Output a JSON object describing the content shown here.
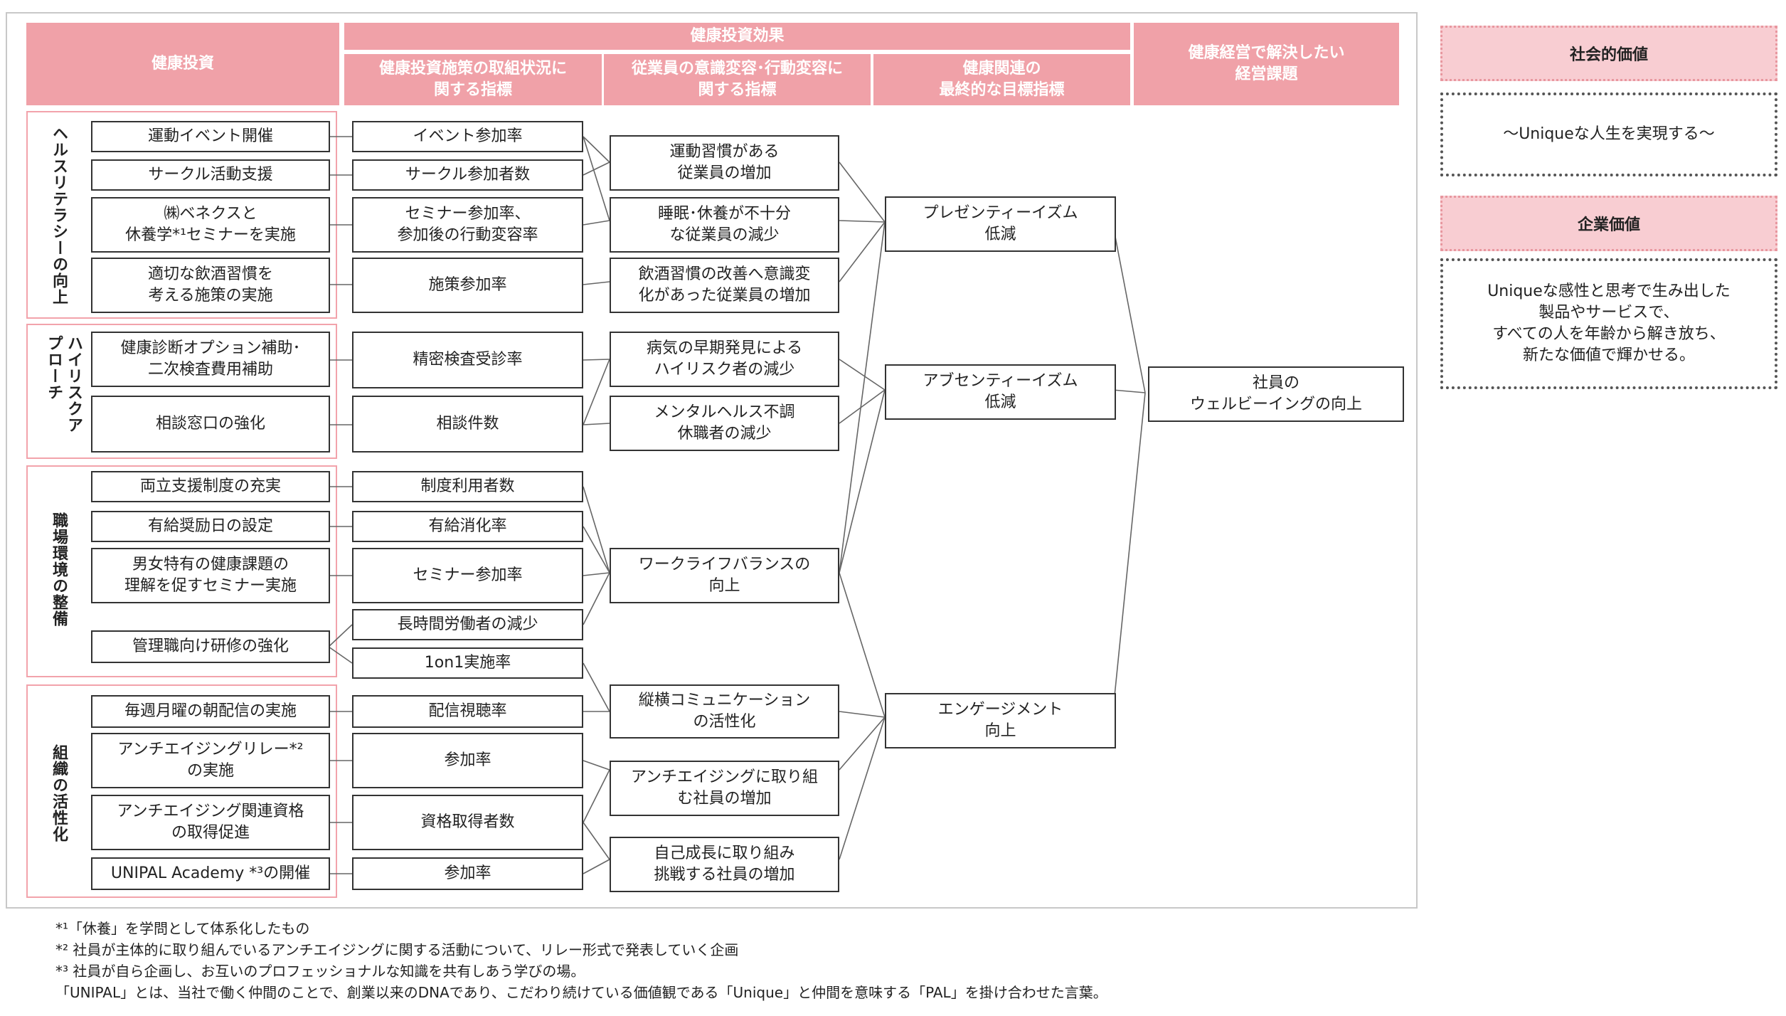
{
  "headers": {
    "investment": "健康投資",
    "effect": "健康投資効果",
    "effect_col1": "健康投資施策の取組状況に\n関する指標",
    "effect_col2": "従業員の意識変容･行動変容に\n関する指標",
    "effect_col3": "健康関連の\n最終的な目標指標",
    "issue": "健康経営で解決したい\n経営課題"
  },
  "groups": [
    {
      "label": "ヘルスリテラシーの向上"
    },
    {
      "label": "ハイリスクアプローチ"
    },
    {
      "label": "職場環境の整備"
    },
    {
      "label": "組織の活性化"
    }
  ],
  "measures": [
    "運動イベント開催",
    "サークル活動支援",
    "㈱ベネクスと\n休養学*¹セミナーを実施",
    "適切な飲酒習慣を\n考える施策の実施",
    "健康診断オプション補助･\n二次検査費用補助",
    "相談窓口の強化",
    "両立支援制度の充実",
    "有給奨励日の設定",
    "男女特有の健康課題の\n理解を促すセミナー実施",
    "管理職向け研修の強化",
    "毎週月曜の朝配信の実施",
    "アンチエイジングリレー*²\nの実施",
    "アンチエイジング関連資格\nの取得促進",
    "UNIPAL Academy *³の開催"
  ],
  "indicators": [
    "イベント参加率",
    "サークル参加者数",
    "セミナー参加率、\n参加後の行動変容率",
    "施策参加率",
    "精密検査受診率",
    "相談件数",
    "制度利用者数",
    "有給消化率",
    "セミナー参加率",
    "長時間労働者の減少",
    "1on1実施率",
    "配信視聴率",
    "参加率",
    "資格取得者数",
    "参加率"
  ],
  "behaviors": [
    "運動習慣がある\n従業員の増加",
    "睡眠･休養が不十分\nな従業員の減少",
    "飲酒習慣の改善へ意識変\n化があった従業員の増加",
    "病気の早期発見による\nハイリスク者の減少",
    "メンタルヘルス不調\n休職者の減少",
    "ワークライフバランスの\n向上",
    "縦横コミュニケーション\nの活性化",
    "アンチエイジングに取り組\nむ社員の増加",
    "自己成長に取り組み\n挑戦する社員の増加"
  ],
  "goals": [
    "プレゼンティーイズム\n低減",
    "アブセンティーイズム\n低減",
    "エンゲージメント\n向上"
  ],
  "issue_box": "社員の\nウェルビーイングの向上",
  "social_value": {
    "title": "社会的価値",
    "text": "～Uniqueな人生を実現する～"
  },
  "corporate_value": {
    "title": "企業価値",
    "text": "Uniqueな感性と思考で生み出した\n製品やサービスで、\nすべての人を年齢から解き放ち、\n新たな価値で輝かせる。"
  },
  "footnotes": [
    "*¹「休養」を学問として体系化したもの",
    "*² 社員が主体的に取り組んでいるアンチエイジングに関する活動について、リレー形式で発表していく企画",
    "*³ 社員が自ら企画し、お互いのプロフェッショナルな知識を共有しあう学びの場。",
    "   「UNIPAL」とは、当社で働く仲間のことで、創業以来のDNAであり、こだわり続けている価値観である「Unique」と仲間を意味する「PAL」を掛け合わせた言葉。"
  ],
  "colors": {
    "header_pink": "#f0a1a8",
    "group_border": "#f2a3ab",
    "value_header": "#f8cdd2"
  }
}
